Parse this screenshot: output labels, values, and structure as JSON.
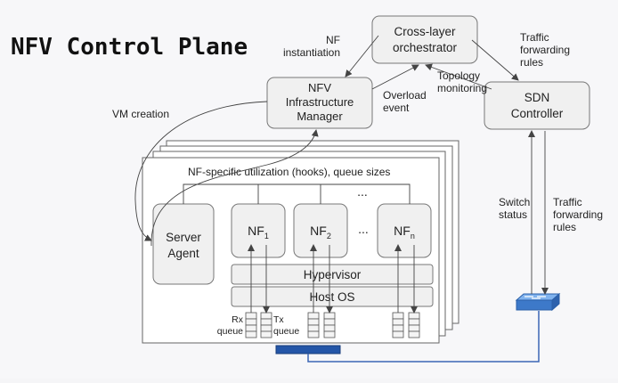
{
  "slide": {
    "title": "NFV Control Plane"
  },
  "boxes": {
    "orchestrator": [
      "Cross-layer",
      "orchestrator"
    ],
    "nfv_manager": [
      "NFV",
      "Infrastructure",
      "Manager"
    ],
    "sdn_controller": [
      "SDN",
      "Controller"
    ],
    "server_agent": [
      "Server",
      "Agent"
    ],
    "nf1": {
      "base": "NF",
      "sub": "1"
    },
    "nf2": {
      "base": "NF",
      "sub": "2"
    },
    "nfn": {
      "base": "NF",
      "sub": "n"
    },
    "ellipsis": "...",
    "hypervisor": "Hypervisor",
    "host_os": "Host OS"
  },
  "labels": {
    "nf_instantiation": [
      "NF",
      "instantiation"
    ],
    "traffic_forwarding_top": [
      "Traffic",
      "forwarding",
      "rules"
    ],
    "topology_monitoring": [
      "Topology",
      "monitoring"
    ],
    "overload_event": [
      "Overload",
      "event"
    ],
    "vm_creation": "VM creation",
    "hooks": "NF-specific utilization (hooks), queue sizes",
    "switch_status": [
      "Switch",
      "status"
    ],
    "traffic_forwarding_right": [
      "Traffic",
      "forwarding",
      "rules"
    ],
    "rx_queue": [
      "Rx",
      "queue"
    ],
    "tx_queue": [
      "Tx",
      "queue"
    ]
  },
  "colors": {
    "nic": "#2456a8",
    "link": "#3b66b5",
    "switch": "#4a86d8"
  }
}
